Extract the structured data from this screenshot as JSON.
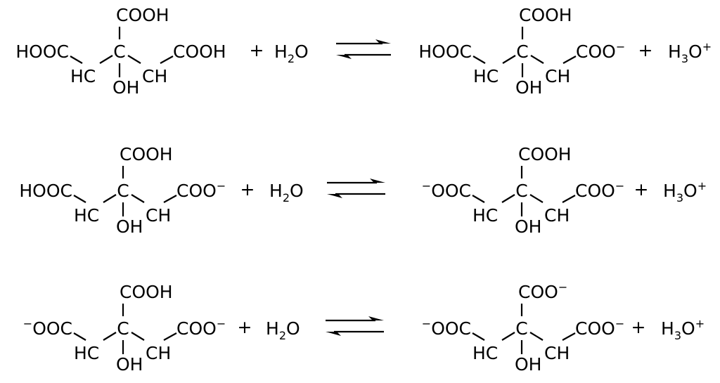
{
  "reactions": [
    {
      "reactant": {
        "top": {
          "text": "COOH",
          "charge": ""
        },
        "center": "C",
        "left": {
          "text": "HOOC",
          "charge": ""
        },
        "right": {
          "text": "COOH",
          "charge": ""
        },
        "left_ch": "HC",
        "right_ch": "CH",
        "bottom": "OH"
      },
      "water": {
        "base": "H",
        "sub": "2",
        "end": "O"
      },
      "plus1": "+",
      "plus2": "+",
      "product": {
        "top": {
          "text": "COOH",
          "charge": ""
        },
        "center": "C",
        "left": {
          "text": "HOOC",
          "charge": ""
        },
        "right": {
          "text": "COO",
          "charge": "−"
        },
        "left_ch": "HC",
        "right_ch": "CH",
        "bottom": "OH"
      },
      "hydronium": {
        "base": "H",
        "sub": "3",
        "end": "O",
        "charge": "+"
      }
    },
    {
      "reactant": {
        "top": {
          "text": "COOH",
          "charge": ""
        },
        "center": "C",
        "left": {
          "text": "HOOC",
          "charge": ""
        },
        "right": {
          "text": "COO",
          "charge": "−"
        },
        "left_ch": "HC",
        "right_ch": "CH",
        "bottom": "OH"
      },
      "water": {
        "base": "H",
        "sub": "2",
        "end": "O"
      },
      "plus1": "+",
      "plus2": "+",
      "product": {
        "top": {
          "text": "COOH",
          "charge": ""
        },
        "center": "C",
        "left": {
          "text": "OOC",
          "charge": "−"
        },
        "right": {
          "text": "COO",
          "charge": "−"
        },
        "left_ch": "HC",
        "right_ch": "CH",
        "bottom": "OH"
      },
      "hydronium": {
        "base": "H",
        "sub": "3",
        "end": "O",
        "charge": "+"
      }
    },
    {
      "reactant": {
        "top": {
          "text": "COOH",
          "charge": ""
        },
        "center": "C",
        "left": {
          "text": "OOC",
          "charge": "−"
        },
        "right": {
          "text": "COO",
          "charge": "−"
        },
        "left_ch": "HC",
        "right_ch": "CH",
        "bottom": "OH"
      },
      "water": {
        "base": "H",
        "sub": "2",
        "end": "O"
      },
      "plus1": "+",
      "plus2": "+",
      "product": {
        "top": {
          "text": "COO",
          "charge": "−"
        },
        "center": "C",
        "left": {
          "text": "OOC",
          "charge": "−"
        },
        "right": {
          "text": "COO",
          "charge": "−"
        },
        "left_ch": "HC",
        "right_ch": "CH",
        "bottom": "OH"
      },
      "hydronium": {
        "base": "H",
        "sub": "3",
        "end": "O",
        "charge": "+"
      }
    }
  ]
}
